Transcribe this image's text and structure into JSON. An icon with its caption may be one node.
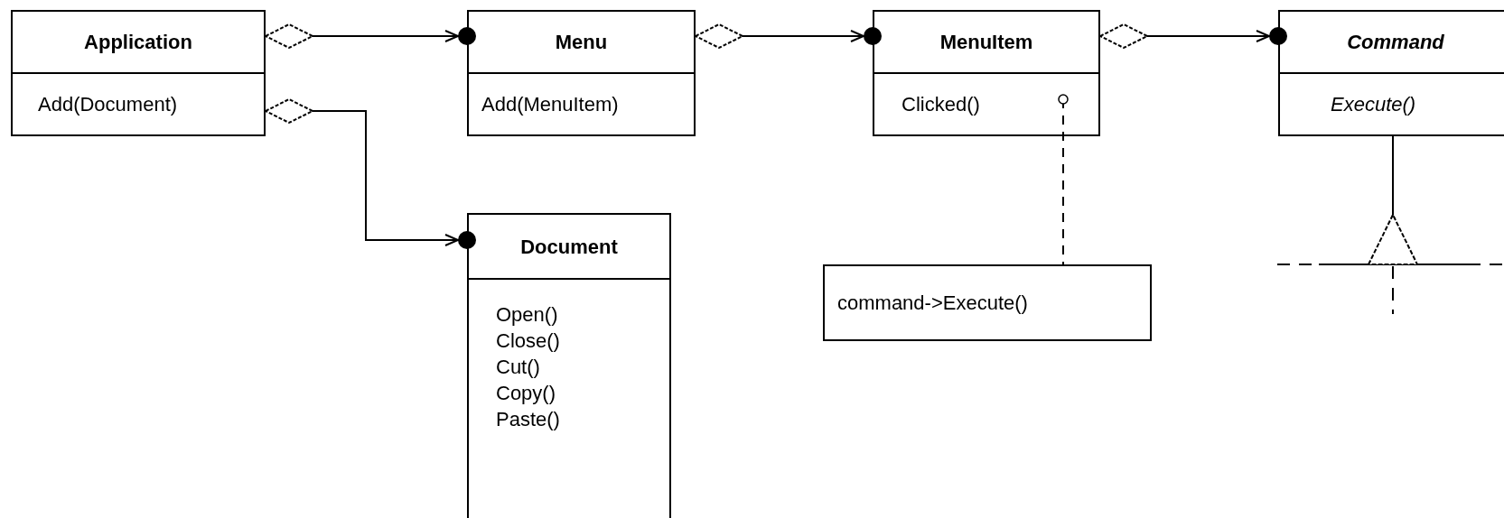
{
  "diagram": {
    "nodes": [
      {
        "text": [
          "Application",
          "Add(Document)"
        ]
      },
      {
        "text": [
          "Menu",
          "Add(MenuItem)"
        ]
      },
      {
        "text": [
          "MenuItem",
          "Clicked()"
        ]
      },
      {
        "text": [
          "Command",
          "Execute()"
        ]
      },
      {
        "text": [
          "Document",
          "Open()",
          "Close()",
          "Cut()",
          "Copy()",
          "Paste()"
        ]
      },
      {
        "text": [
          "command->Execute()"
        ]
      }
    ],
    "edges": [
      {
        "from": 0,
        "to": 1,
        "arrow": "to"
      },
      {
        "from": 1,
        "to": 2,
        "arrow": "to"
      },
      {
        "from": 2,
        "to": 3,
        "arrow": "to"
      },
      {
        "from": 0,
        "to": 4,
        "arrow": "to"
      },
      {
        "from": 2,
        "to": 5,
        "arrow": "other",
        "style": "dashed"
      },
      {
        "from": null,
        "to": 3,
        "arrow": "to"
      }
    ]
  }
}
